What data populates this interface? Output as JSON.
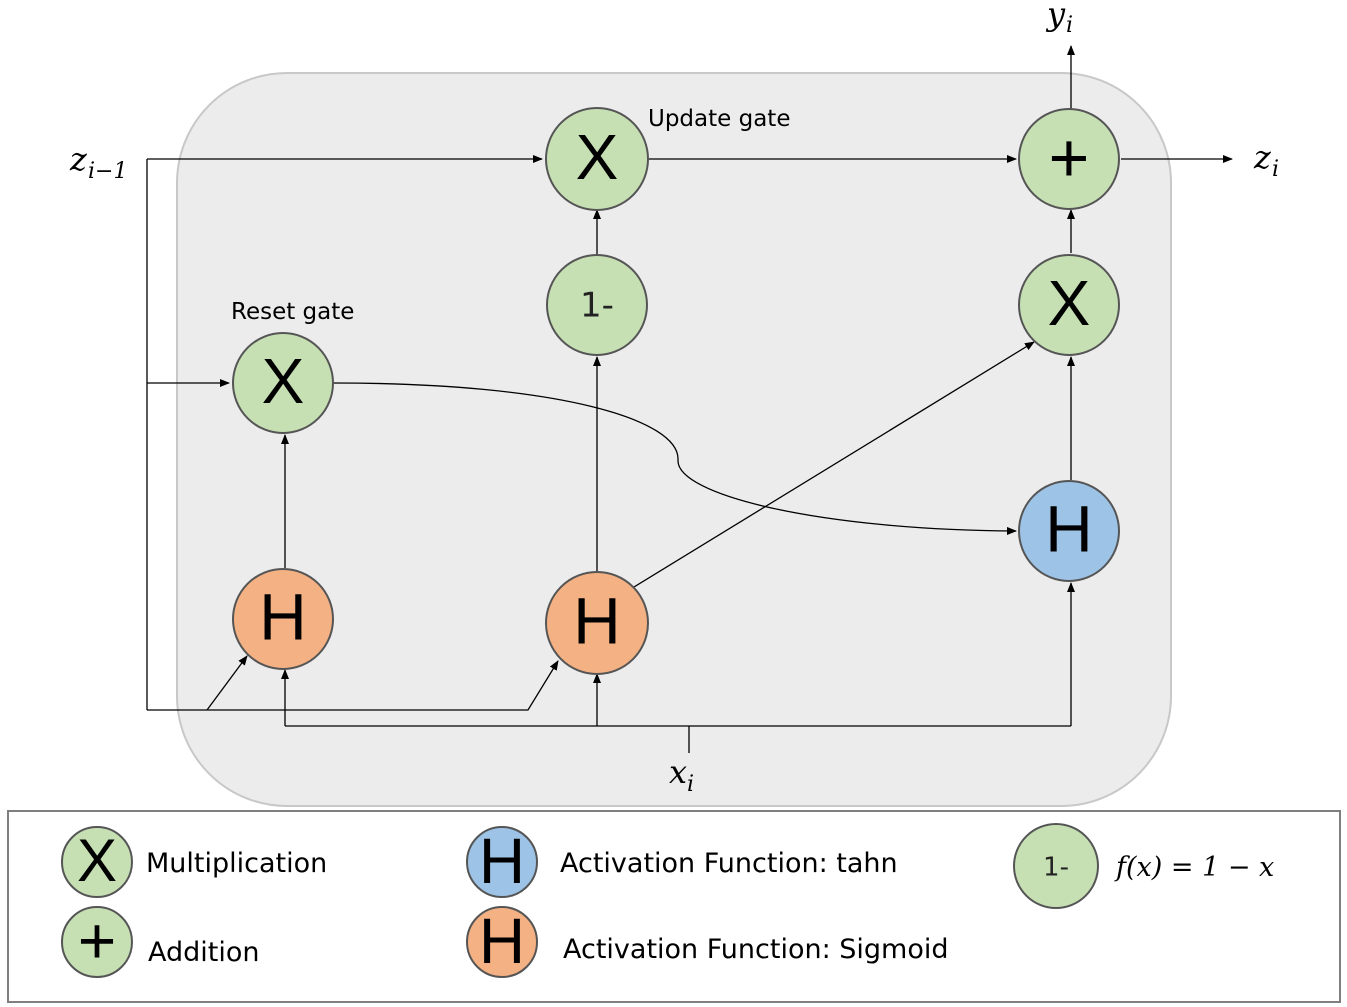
{
  "colors": {
    "background": "#ffffff",
    "cell_fill": "#ececec",
    "cell_stroke": "#c8c8c8",
    "green_node": "#c6e0b4",
    "orange_node": "#f4b183",
    "blue_node": "#9dc3e6",
    "node_stroke": "#555555",
    "line": "#000000",
    "legend_border": "#7f7f7f"
  },
  "labels": {
    "z_prev": "z",
    "z_prev_sub": "i−1",
    "z_out": "z",
    "z_out_sub": "i",
    "y_out": "y",
    "y_out_sub": "i",
    "x_in": "x",
    "x_in_sub": "i",
    "update_gate": "Update gate",
    "reset_gate": "Reset gate"
  },
  "nodes": {
    "reset_mult": {
      "symbol": "X",
      "icon": "multiply-icon"
    },
    "update_mult": {
      "symbol": "X",
      "icon": "multiply-icon"
    },
    "one_minus": {
      "symbol": "1-",
      "icon": "one-minus-icon"
    },
    "right_mult": {
      "symbol": "X",
      "icon": "multiply-icon"
    },
    "add": {
      "symbol": "+",
      "icon": "plus-icon"
    },
    "sigmoid_reset": {
      "symbol": "H",
      "icon": "activation-icon"
    },
    "sigmoid_update": {
      "symbol": "H",
      "icon": "activation-icon"
    },
    "tanh": {
      "symbol": "H",
      "icon": "activation-icon"
    }
  },
  "legend": {
    "multiplication": {
      "symbol": "X",
      "label": "Multiplication"
    },
    "addition": {
      "symbol": "+",
      "label": "Addition"
    },
    "tanh": {
      "symbol": "H",
      "label": "Activation Function: tahn"
    },
    "sigmoid": {
      "symbol": "H",
      "label": "Activation Function: Sigmoid"
    },
    "one_minus": {
      "symbol": "1-",
      "label": "f(x) = 1 − x"
    }
  }
}
